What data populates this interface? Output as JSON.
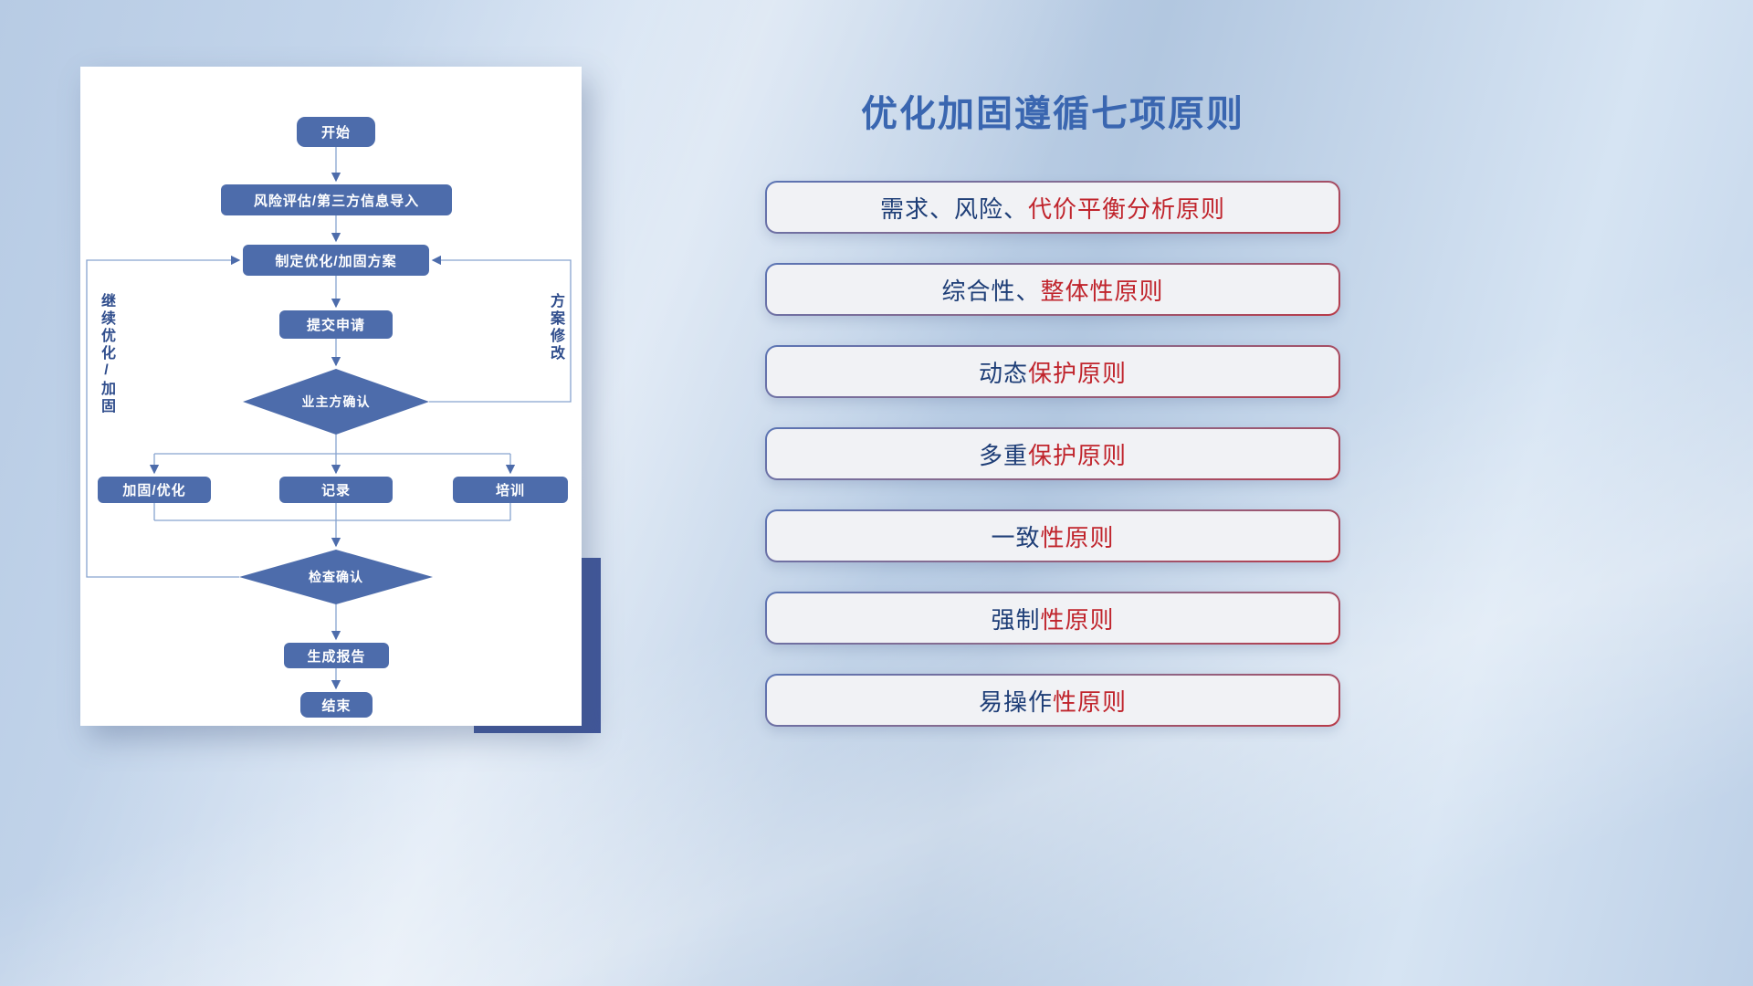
{
  "title": "优化加固遵循七项原则",
  "flowchart": {
    "nodes": {
      "start": "开始",
      "risk_import": "风险评估/第三方信息导入",
      "make_plan": "制定优化/加固方案",
      "submit": "提交申请",
      "owner_confirm": "业主方确认",
      "harden": "加固/优化",
      "record": "记录",
      "train": "培训",
      "check_confirm": "检查确认",
      "report": "生成报告",
      "end": "结束"
    },
    "loop_labels": {
      "continue_loop": "继续优化/加固",
      "modify_loop": "方案修改"
    }
  },
  "principles": [
    {
      "part1": "需求、风险、",
      "part2": "代价平衡分析原则"
    },
    {
      "part1": "综合性、",
      "part2": "整体性原则"
    },
    {
      "part1": "动态",
      "part2": "保护原则"
    },
    {
      "part1": "多重",
      "part2": "保护原则"
    },
    {
      "part1": "一致",
      "part2": "性原则"
    },
    {
      "part1": "强制",
      "part2": "性原则"
    },
    {
      "part1": "易操作",
      "part2": "性原则"
    }
  ],
  "colors": {
    "title_blue": "#3a66b0",
    "node_fill": "#4d6cab",
    "connector": "#87a3cf",
    "accent_block": "#40569a",
    "principle_navy": "#1e3e77",
    "principle_red": "#c0242c"
  }
}
